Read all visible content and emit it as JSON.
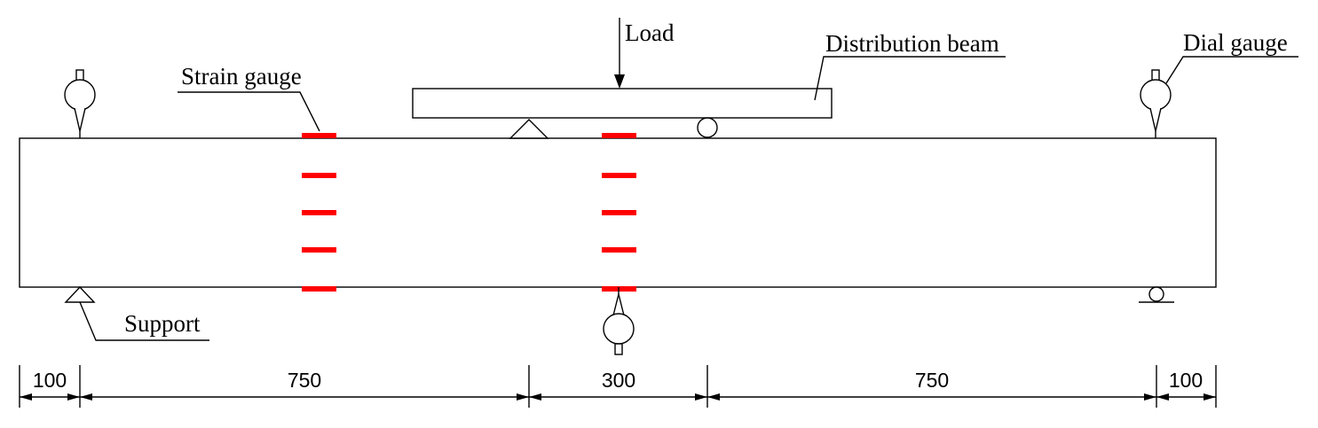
{
  "labels": {
    "load": "Load",
    "distribution_beam": "Distribution beam",
    "strain_gauge": "Strain gauge",
    "dial_gauge": "Dial gauge",
    "support": "Support"
  },
  "dimensions": {
    "left_overhang": "100",
    "shear_span_left": "750",
    "pure_bending_span": "300",
    "shear_span_right": "750",
    "right_overhang": "100"
  },
  "colors": {
    "strain_gauge": "#ff0000",
    "line": "#000000",
    "background": "#ffffff"
  },
  "strain_gauge_columns": 2,
  "strain_gauges_per_column": 5
}
